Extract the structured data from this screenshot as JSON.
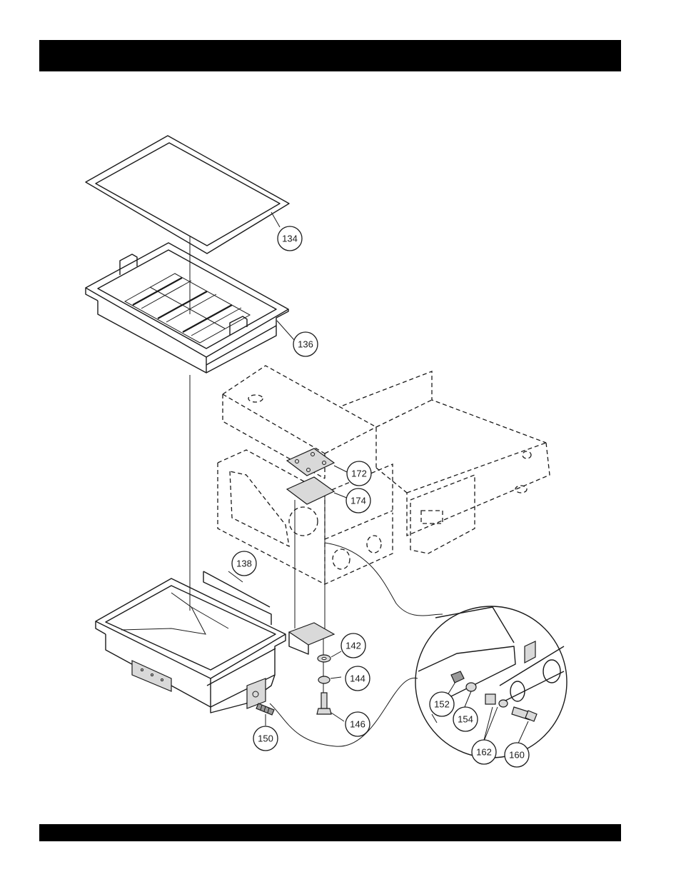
{
  "header": {
    "title": ""
  },
  "footer": {
    "text": ""
  },
  "callouts": {
    "c134": "134",
    "c136": "136",
    "c138": "138",
    "c142": "142",
    "c144": "144",
    "c146": "146",
    "c150": "150",
    "c152": "152",
    "c154": "154",
    "c160": "160",
    "c162": "162",
    "c172": "172",
    "c174": "174"
  }
}
